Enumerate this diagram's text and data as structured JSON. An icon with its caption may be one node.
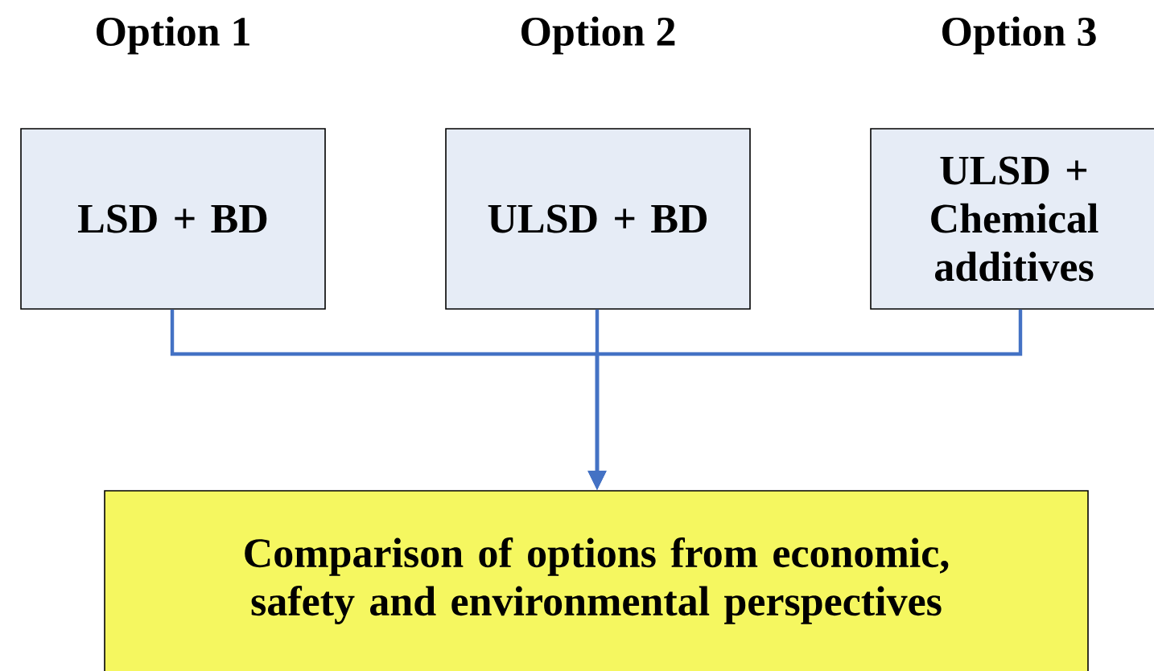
{
  "diagram": {
    "nodes": [
      {
        "text": [
          "Option 1",
          "LSD + BD"
        ]
      },
      {
        "text": [
          "Option 2",
          "ULSD + BD"
        ]
      },
      {
        "text": [
          "Option 3",
          "ULSD + Chemical additives"
        ]
      },
      {
        "text": [
          "Comparison of options from economic, safety and environmental perspectives"
        ]
      }
    ],
    "edges": [
      {
        "from": 0,
        "to": 3,
        "arrow": "to"
      },
      {
        "from": 1,
        "to": 3,
        "arrow": "to"
      },
      {
        "from": 2,
        "to": 3,
        "arrow": "to"
      }
    ]
  }
}
